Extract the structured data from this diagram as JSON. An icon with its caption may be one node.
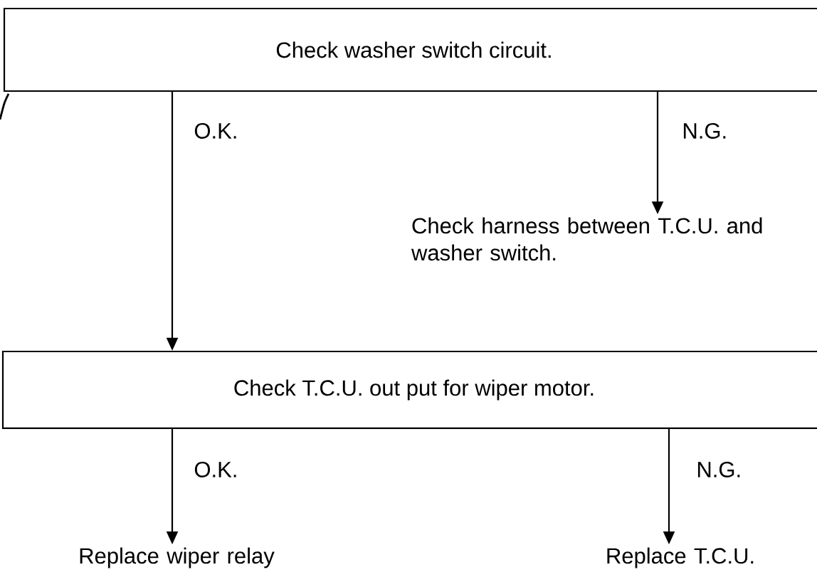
{
  "diagram": {
    "nodes": [
      {
        "text": [
          "Check washer switch circuit."
        ]
      },
      {
        "text": [
          "Check T.C.U. out put for wiper motor."
        ]
      },
      {
        "text": [
          "Check harness between T.C.U. and washer switch."
        ]
      },
      {
        "text": [
          "Replace wiper relay"
        ]
      },
      {
        "text": [
          "Replace T.C.U."
        ]
      }
    ],
    "edges": [
      {
        "from": 0,
        "to": 1,
        "arrow": "to",
        "label": "O.K."
      },
      {
        "from": 0,
        "to": 2,
        "arrow": "to",
        "label": "N.G."
      },
      {
        "from": 1,
        "to": 3,
        "arrow": "to",
        "label": "O.K."
      },
      {
        "from": 1,
        "to": 4,
        "arrow": "to",
        "label": "N.G."
      }
    ]
  }
}
